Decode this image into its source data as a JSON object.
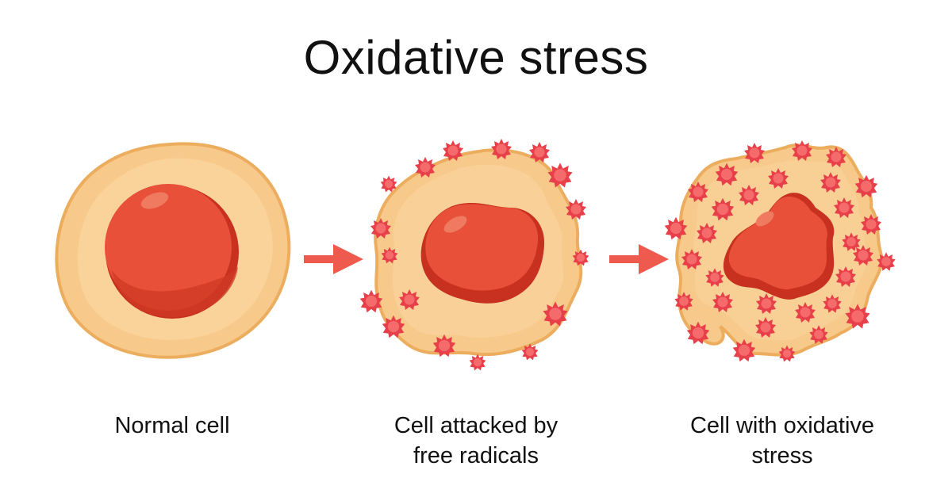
{
  "title": "Oxidative stress",
  "panels": [
    {
      "caption": "Normal cell"
    },
    {
      "caption_line1": "Cell attacked by",
      "caption_line2": "free radicals"
    },
    {
      "caption_line1": "Cell with oxidative",
      "caption_line2": "stress"
    }
  ],
  "colors": {
    "cytoplasm": "#f7c98a",
    "cytoplasm_highlight": "#fbdba8",
    "cytoplasm_outline": "#ecad5e",
    "nucleus": "#e8503a",
    "nucleus_shadow": "#c8301f",
    "radical": "#e8404a",
    "radical_core": "#f56a6a",
    "arrow": "#ef5a4f"
  }
}
